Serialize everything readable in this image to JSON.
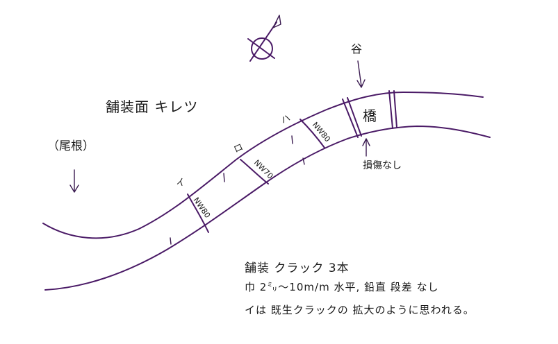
{
  "labels": {
    "title": "舗装面 キレツ",
    "ridge": "（尾根）",
    "valley": "谷",
    "bridge": "橋",
    "no_damage": "損傷なし"
  },
  "crack_markers": [
    "イ",
    "ロ",
    "ハ"
  ],
  "crack_widths": [
    "NW80",
    "NW70",
    "NW80"
  ],
  "notes": [
    "舗装 クラック 3本",
    "巾 2㍉〜10m/m 水平, 鉛直 段差 なし",
    "イは 既生クラックの 拡大のように思われる。"
  ],
  "ink_color": "#4a1a66"
}
